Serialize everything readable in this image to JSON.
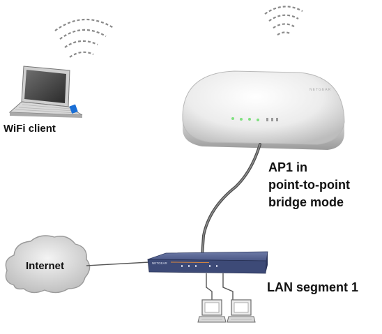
{
  "labels": {
    "wifi_client": "WiFi client",
    "ap_line1": "AP1 in",
    "ap_line2": "point-to-point",
    "ap_line3": "bridge mode",
    "internet": "Internet",
    "lan_segment": "LAN segment 1"
  },
  "device_text": {
    "router_brand": "NETGEAR",
    "ap_brand": "NETGEAR"
  },
  "icons": [
    "wifi-waves-icon",
    "laptop-icon",
    "access-point-icon",
    "cloud-icon",
    "router-icon",
    "desktop-computer-icon"
  ],
  "colors": {
    "router_body": "#3d4a77",
    "ap_body": "#eeeeee",
    "cable": "#555555",
    "cloud": "#d6d6d6",
    "label_text": "#111111"
  }
}
